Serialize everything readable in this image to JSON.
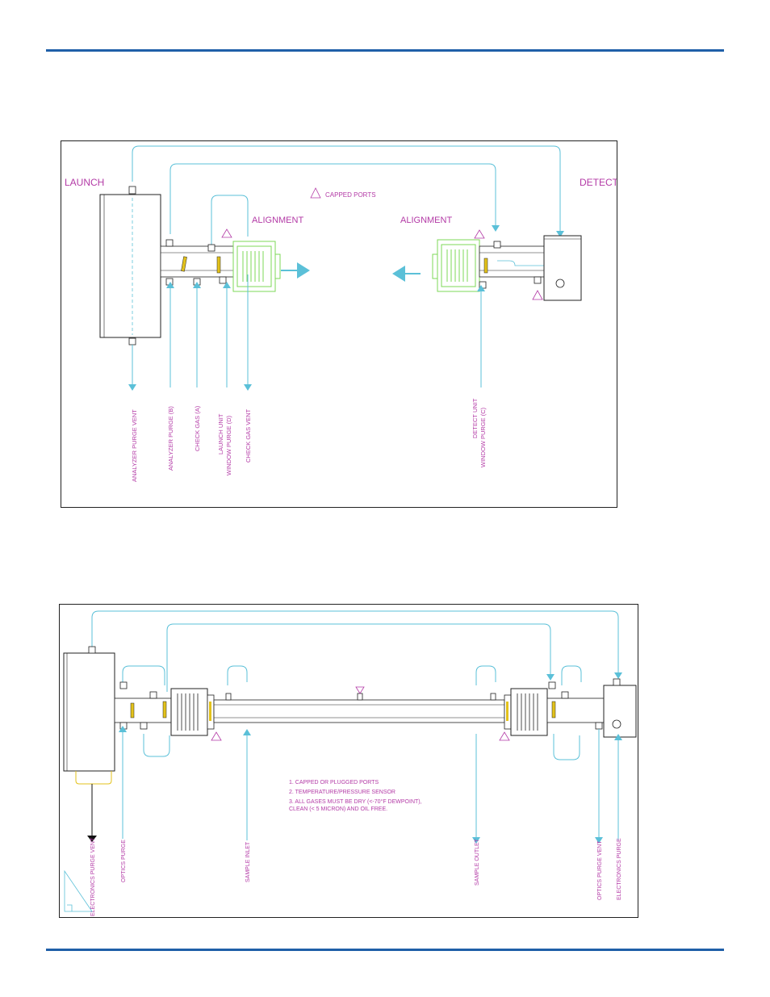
{
  "colors": {
    "rule": "#1f5fa8",
    "pipe": "#5bc0d8",
    "arrow": "#5bc0d8",
    "label": "#b33aa6",
    "alignment_hardware": "#7ed957",
    "hardware": "#222222",
    "window": "#e3c21b"
  },
  "diagram1": {
    "title_left": "LAUNCH",
    "title_right": "DETECT",
    "alignment_left": "ALIGNMENT",
    "alignment_right": "ALIGNMENT",
    "capped_ports": "CAPPED PORTS",
    "port_labels": [
      {
        "lines": [
          "ANALYZER PURGE VENT"
        ]
      },
      {
        "lines": [
          "ANALYZER PURGE (B)"
        ]
      },
      {
        "lines": [
          "CHECK GAS (A)"
        ]
      },
      {
        "lines": [
          "LAUNCH UNIT",
          "WINDOW PURGE (D)"
        ]
      },
      {
        "lines": [
          "CHECK GAS VENT"
        ]
      },
      {
        "lines": [
          "DETECT UNIT",
          "WINDOW PURGE (C)"
        ]
      }
    ]
  },
  "diagram2": {
    "notes": [
      "1.  CAPPED OR PLUGGED PORTS",
      "2.  TEMPERATURE/PRESSURE SENSOR",
      "3.  ALL GASES MUST BE DRY (<-70°F DEWPOINT),",
      "     CLEAN (< 5 MICRON) AND OIL FREE."
    ],
    "port_labels": [
      "ELECTRONICS PURGE VENT",
      "OPTICS PURGE",
      "SAMPLE INLET",
      "SAMPLE OUTLET",
      "OPTICS PURGE VENT",
      "ELECTRONICS PURGE"
    ]
  }
}
